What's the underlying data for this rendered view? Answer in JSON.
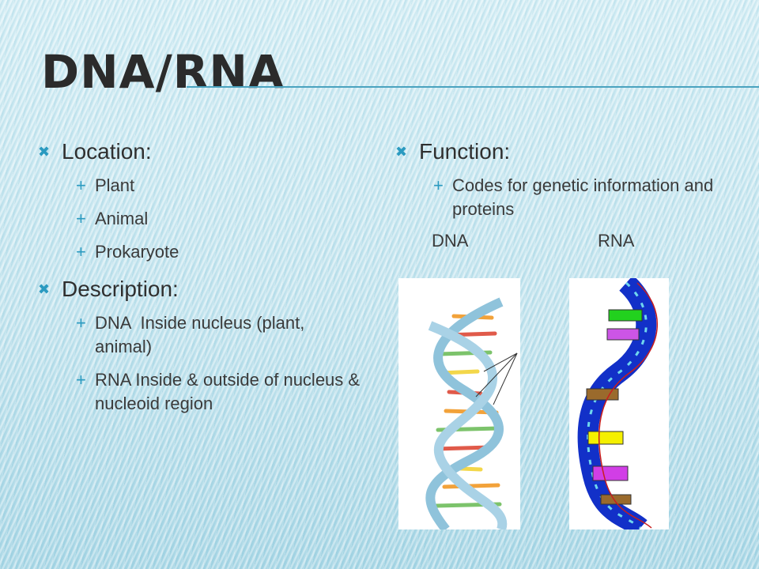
{
  "title": "DNA/RNA",
  "left": {
    "heading1": "Location:",
    "items1": [
      "Plant",
      "Animal",
      "Prokaryote"
    ],
    "heading2": "Description:",
    "items2": [
      "DNA  Inside nucleus (plant, animal)",
      "RNA Inside & outside of nucleus & nucleoid region"
    ]
  },
  "right": {
    "heading": "Function:",
    "items": [
      "Codes for genetic information and proteins"
    ],
    "labels": [
      "DNA",
      "RNA"
    ]
  },
  "colors": {
    "accent": "#2a9ac0",
    "rule": "#4aa3bf"
  },
  "icons": {
    "level1_bullet": "x-mark-icon",
    "level2_bullet": "plus-icon"
  }
}
